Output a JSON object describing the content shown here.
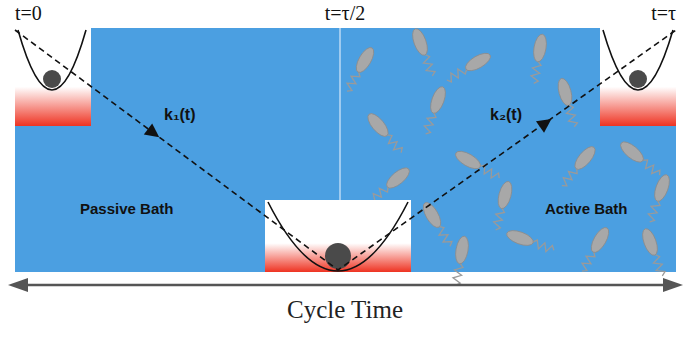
{
  "diagram": {
    "labels": [
      "t=0",
      "t=τ/2",
      "t=τ",
      "k₁(t)",
      "Passive Bath",
      "k₂(t)",
      "Active Bath",
      "Cycle Time"
    ]
  }
}
